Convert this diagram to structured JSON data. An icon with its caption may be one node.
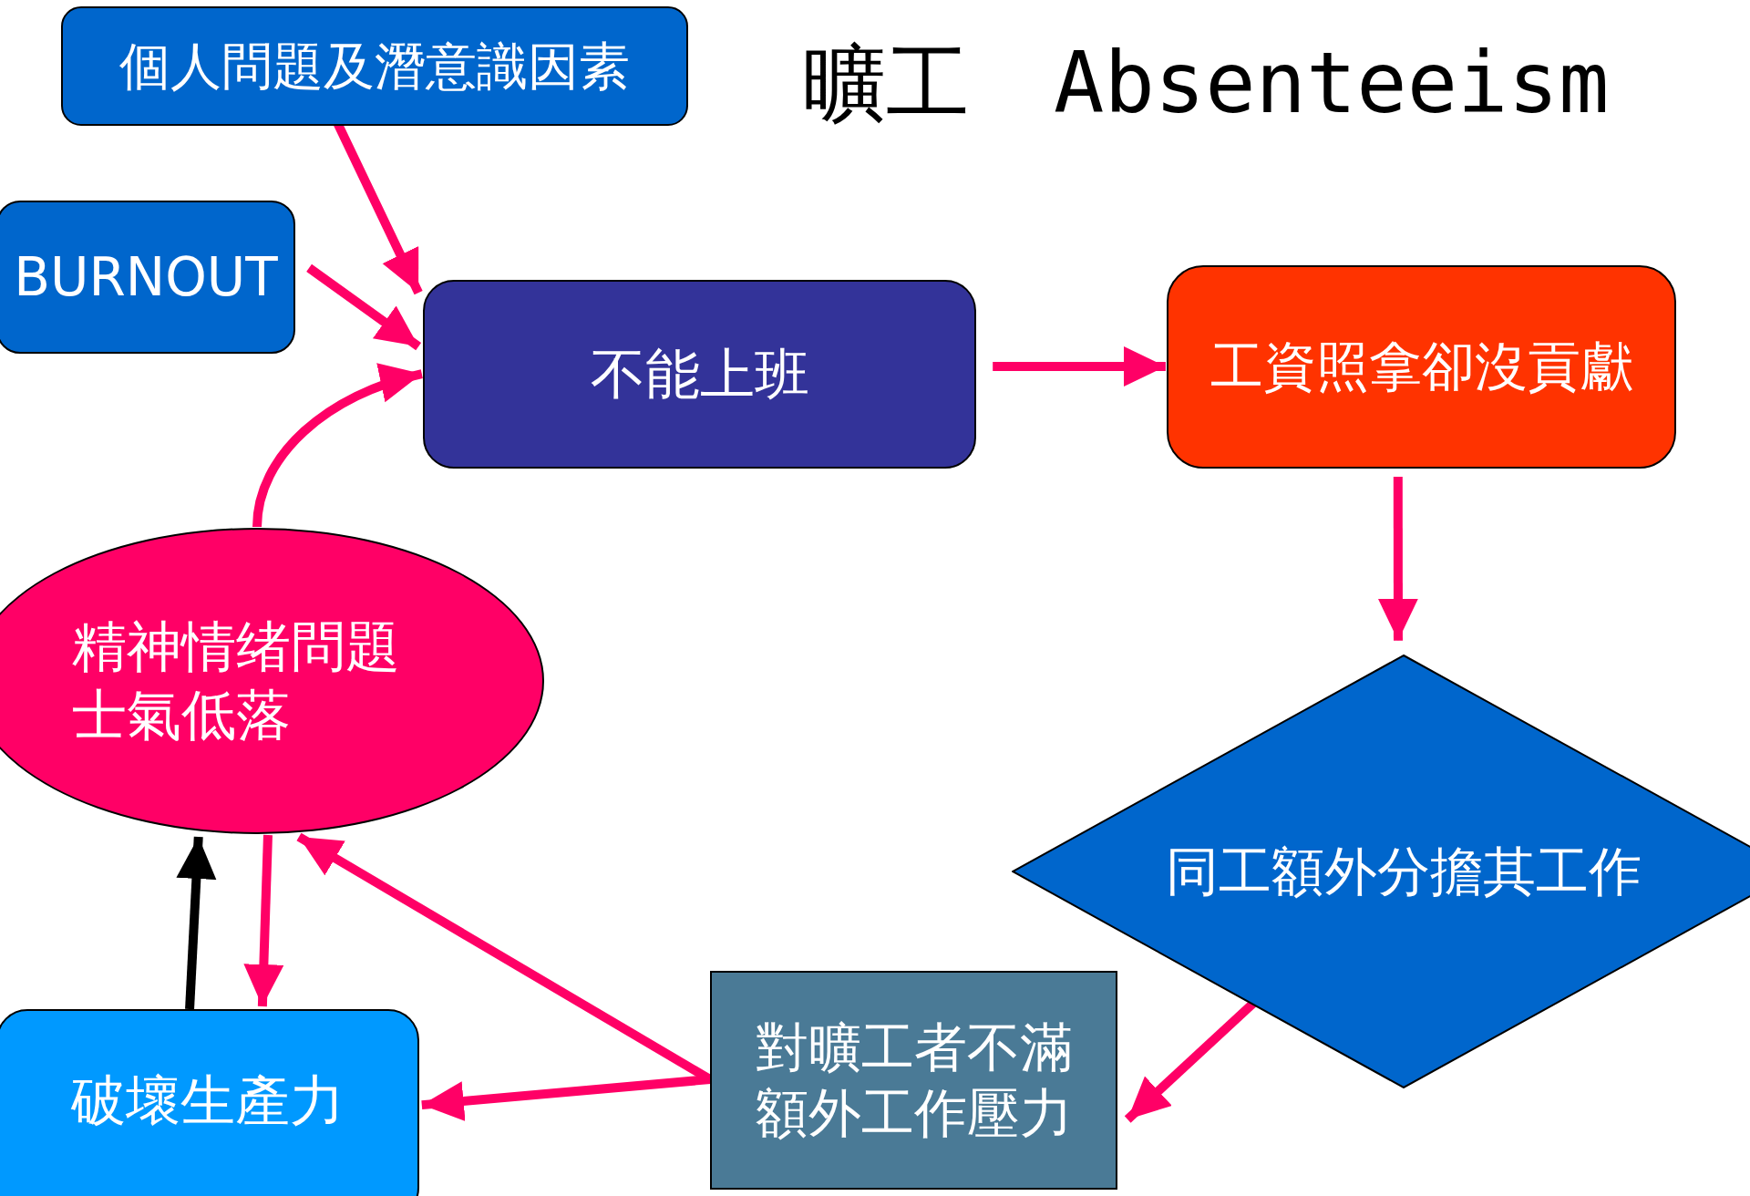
{
  "diagram": {
    "title": "曠工　Absenteeism",
    "nodes": [
      {
        "text": [
          "個人問題及潛意識因素"
        ]
      },
      {
        "text": [
          "BURNOUT"
        ]
      },
      {
        "text": [
          "不能上班"
        ]
      },
      {
        "text": [
          "工資照拿卻沒貢獻"
        ]
      },
      {
        "text": [
          "同工額外分擔其工作"
        ]
      },
      {
        "text": [
          "對曠工者不滿",
          "額外工作壓力"
        ]
      },
      {
        "text": [
          "精神情绪問題",
          "士氣低落"
        ]
      },
      {
        "text": [
          "破壞生產力"
        ]
      }
    ],
    "edges": [
      {
        "from": 0,
        "to": 2,
        "arrow": "to"
      },
      {
        "from": 1,
        "to": 2,
        "arrow": "to"
      },
      {
        "from": 6,
        "to": 2,
        "arrow": "to"
      },
      {
        "from": 2,
        "to": 3,
        "arrow": "to"
      },
      {
        "from": 3,
        "to": 4,
        "arrow": "to"
      },
      {
        "from": 4,
        "to": 5,
        "arrow": "to"
      },
      {
        "from": 5,
        "to": 7,
        "arrow": "to"
      },
      {
        "from": 5,
        "to": 6,
        "arrow": "to"
      },
      {
        "from": 6,
        "to": 7,
        "arrow": "to"
      },
      {
        "from": 7,
        "to": 6,
        "arrow": "to",
        "color": "#000000"
      }
    ]
  }
}
